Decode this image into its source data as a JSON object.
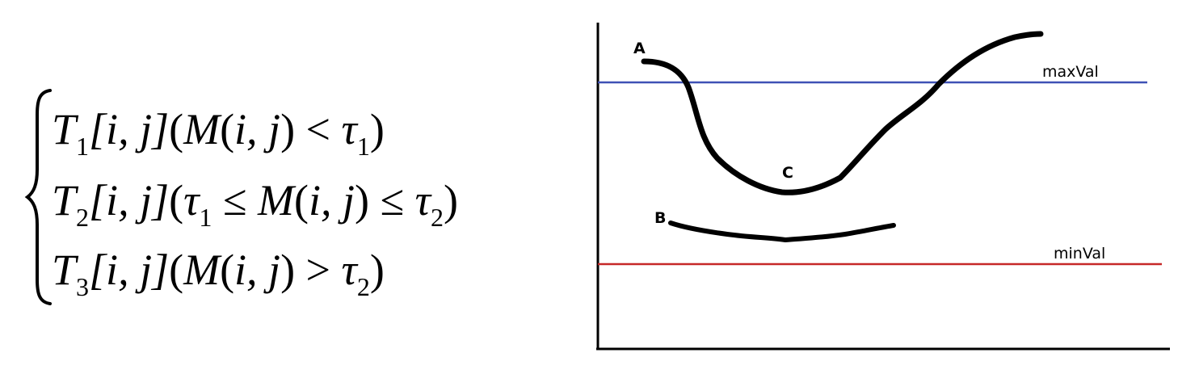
{
  "formula": {
    "cases": [
      {
        "t": "T",
        "t_sub": "1",
        "idx": "[i, j]",
        "open": "(",
        "cond": [
          {
            "text": "M",
            "italic": true
          },
          {
            "text": "(",
            "italic": false
          },
          {
            "text": "i, j",
            "italic": true
          },
          {
            "text": ")",
            "italic": false
          },
          {
            "text": " < ",
            "italic": false
          },
          {
            "text": "τ",
            "italic": true,
            "sub": "1"
          },
          {
            "text": ")",
            "italic": false
          }
        ]
      },
      {
        "t": "T",
        "t_sub": "2",
        "idx": "[i, j]",
        "open": "(",
        "cond": [
          {
            "text": "τ",
            "italic": true,
            "sub": "1"
          },
          {
            "text": " ≤ ",
            "italic": false
          },
          {
            "text": "M",
            "italic": true
          },
          {
            "text": "(",
            "italic": false
          },
          {
            "text": "i, j",
            "italic": true
          },
          {
            "text": ")",
            "italic": false
          },
          {
            "text": " ≤ ",
            "italic": false
          },
          {
            "text": "τ",
            "italic": true,
            "sub": "2"
          },
          {
            "text": ")",
            "italic": false
          }
        ]
      },
      {
        "t": "T",
        "t_sub": "3",
        "idx": "[i, j]",
        "open": "(",
        "cond": [
          {
            "text": "M",
            "italic": true
          },
          {
            "text": "(",
            "italic": false
          },
          {
            "text": "i, j",
            "italic": true
          },
          {
            "text": ")",
            "italic": false
          },
          {
            "text": " > ",
            "italic": false
          },
          {
            "text": "τ",
            "italic": true,
            "sub": "2"
          },
          {
            "text": ")",
            "italic": false
          }
        ]
      }
    ]
  },
  "graph": {
    "thresholds": {
      "max_label": "maxVal",
      "min_label": "minVal",
      "max_color": "#3f51b5",
      "min_color": "#c62828"
    },
    "points": {
      "a": "A",
      "b": "B",
      "c": "C"
    },
    "axis_color": "#000000",
    "curve_color": "#000000"
  }
}
